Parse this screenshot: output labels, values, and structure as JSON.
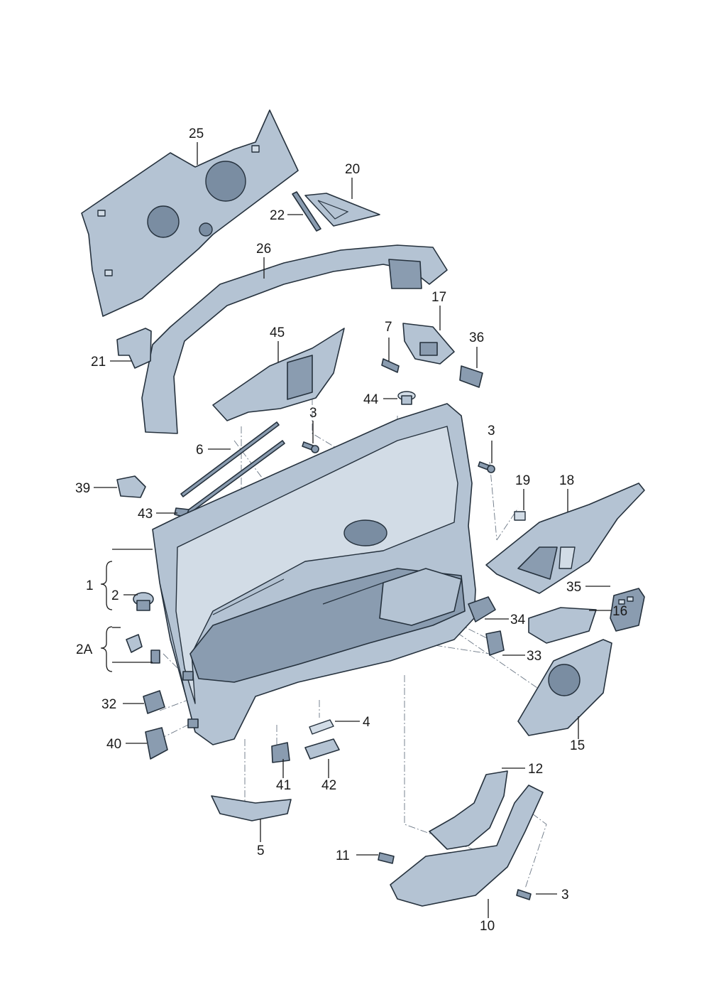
{
  "diagram": {
    "callouts": [
      {
        "id": "c25",
        "label": "25"
      },
      {
        "id": "c20",
        "label": "20"
      },
      {
        "id": "c22",
        "label": "22"
      },
      {
        "id": "c26",
        "label": "26"
      },
      {
        "id": "c17",
        "label": "17"
      },
      {
        "id": "c7",
        "label": "7"
      },
      {
        "id": "c36",
        "label": "36"
      },
      {
        "id": "c45",
        "label": "45"
      },
      {
        "id": "c21",
        "label": "21"
      },
      {
        "id": "c44",
        "label": "44"
      },
      {
        "id": "c3a",
        "label": "3"
      },
      {
        "id": "c3b",
        "label": "3"
      },
      {
        "id": "c6",
        "label": "6"
      },
      {
        "id": "c39",
        "label": "39"
      },
      {
        "id": "c19",
        "label": "19"
      },
      {
        "id": "c18",
        "label": "18"
      },
      {
        "id": "c43",
        "label": "43"
      },
      {
        "id": "c1",
        "label": "1"
      },
      {
        "id": "c2",
        "label": "2"
      },
      {
        "id": "c35",
        "label": "35"
      },
      {
        "id": "c16",
        "label": "16"
      },
      {
        "id": "c34",
        "label": "34"
      },
      {
        "id": "c2A",
        "label": "2A"
      },
      {
        "id": "c33",
        "label": "33"
      },
      {
        "id": "c32",
        "label": "32"
      },
      {
        "id": "c4",
        "label": "4"
      },
      {
        "id": "c40",
        "label": "40"
      },
      {
        "id": "c15",
        "label": "15"
      },
      {
        "id": "c41",
        "label": "41"
      },
      {
        "id": "c42",
        "label": "42"
      },
      {
        "id": "c12",
        "label": "12"
      },
      {
        "id": "c5",
        "label": "5"
      },
      {
        "id": "c11",
        "label": "11"
      },
      {
        "id": "c3c",
        "label": "3"
      },
      {
        "id": "c10",
        "label": "10"
      }
    ]
  }
}
